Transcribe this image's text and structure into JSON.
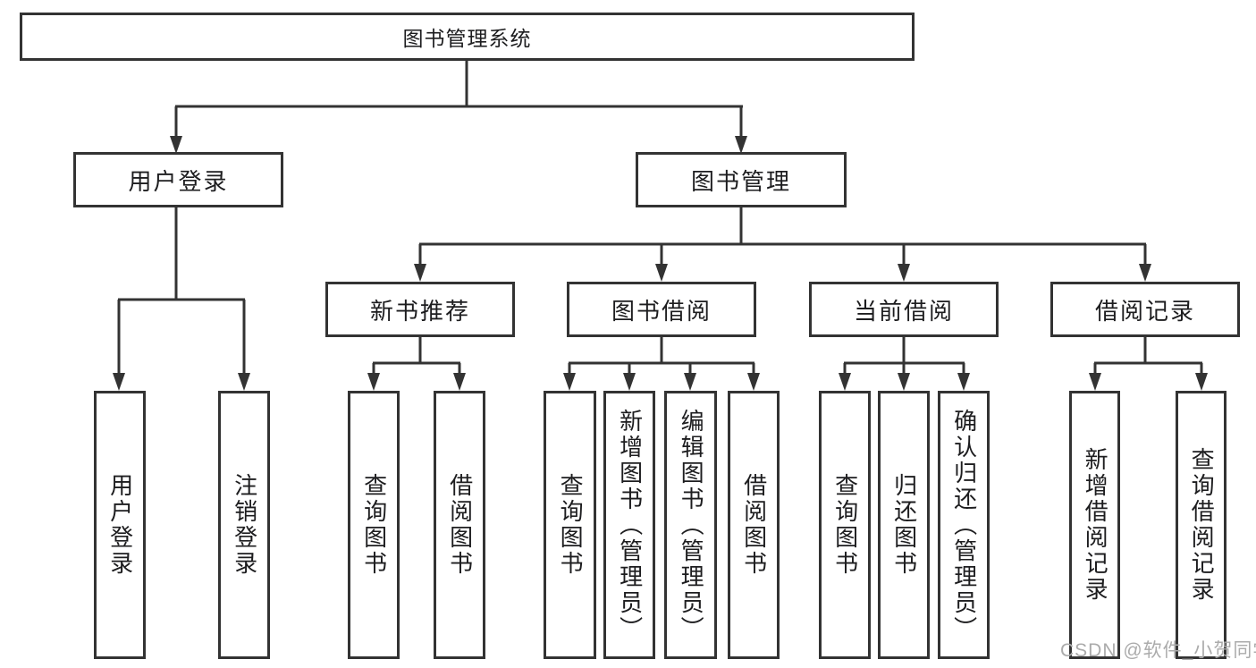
{
  "diagram": {
    "title": "图书管理系统",
    "root": {
      "label": "图书管理系统"
    },
    "level2": [
      {
        "id": "user-login",
        "label": "用户登录"
      },
      {
        "id": "book-management",
        "label": "图书管理"
      }
    ],
    "level3": [
      {
        "id": "new-book-recommend",
        "label": "新书推荐",
        "parent": "图书管理"
      },
      {
        "id": "book-borrow",
        "label": "图书借阅",
        "parent": "图书管理"
      },
      {
        "id": "current-borrow",
        "label": "当前借阅",
        "parent": "图书管理"
      },
      {
        "id": "borrow-record",
        "label": "借阅记录",
        "parent": "图书管理"
      }
    ],
    "leaves": [
      {
        "group": "用户登录",
        "label": "用户登录"
      },
      {
        "group": "用户登录",
        "label": "注销登录"
      },
      {
        "group": "新书推荐",
        "label": "查询图书"
      },
      {
        "group": "新书推荐",
        "label": "借阅图书"
      },
      {
        "group": "图书借阅",
        "label": "查询图书"
      },
      {
        "group": "图书借阅",
        "label": "新增图书（管理员）"
      },
      {
        "group": "图书借阅",
        "label": "编辑图书（管理员）"
      },
      {
        "group": "图书借阅",
        "label": "借阅图书"
      },
      {
        "group": "当前借阅",
        "label": "查询图书"
      },
      {
        "group": "当前借阅",
        "label": "归还图书"
      },
      {
        "group": "当前借阅",
        "label": "确认归还（管理员）"
      },
      {
        "group": "借阅记录",
        "label": "新增借阅记录"
      },
      {
        "group": "借阅记录",
        "label": "查询借阅记录"
      }
    ],
    "watermark": "CSDN @软件_小贺同学",
    "colors": {
      "line": "#333333",
      "text": "#1d1d1f",
      "watermark": "#ababab",
      "background": "#ffffff"
    }
  }
}
